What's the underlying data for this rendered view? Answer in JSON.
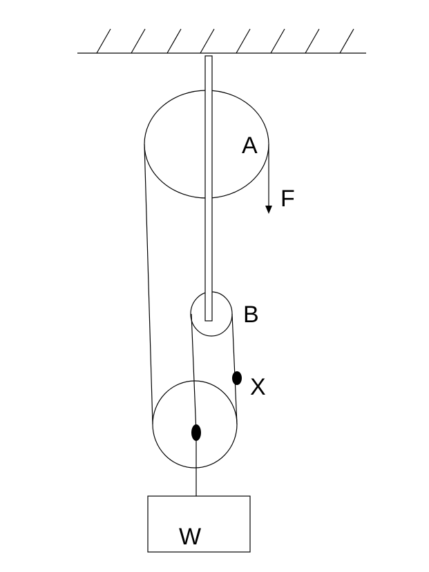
{
  "labels": {
    "pulley_a": "A",
    "pulley_b": "B",
    "point_x": "X",
    "force": "F",
    "weight": "W"
  },
  "colors": {
    "ink": "#000000",
    "background": "#ffffff"
  }
}
